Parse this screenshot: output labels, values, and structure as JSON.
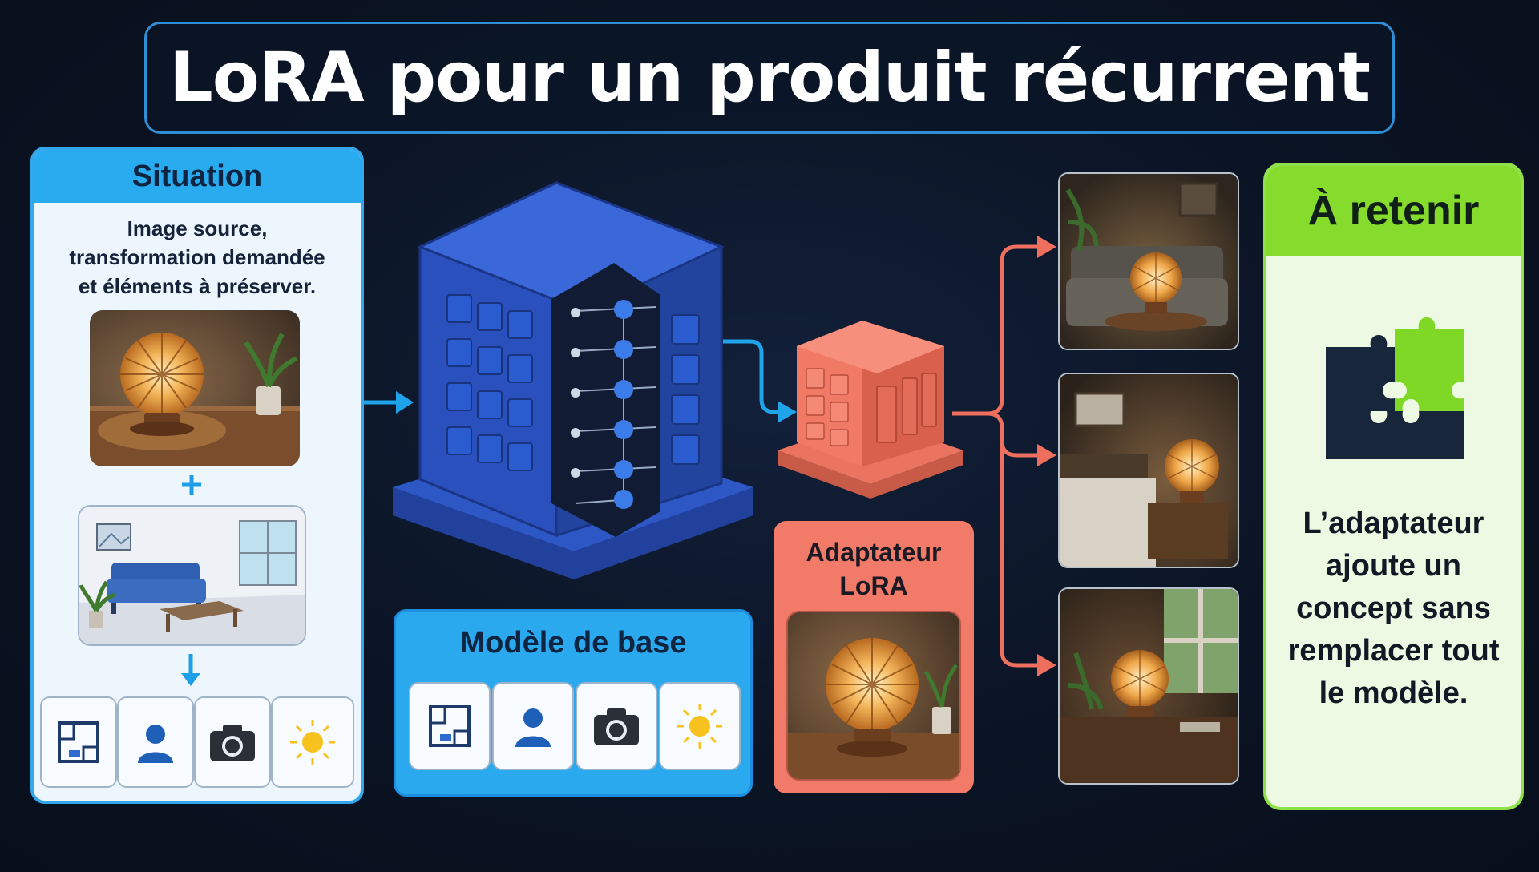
{
  "title": "LoRA pour un produit récurrent",
  "situation": {
    "heading": "Situation",
    "description_lines": [
      "Image source,",
      "transformation demandée",
      "et éléments à préserver."
    ],
    "icons": [
      "floorplan-icon",
      "person-icon",
      "camera-icon",
      "sun-icon"
    ]
  },
  "base_model": {
    "label": "Modèle de base",
    "icons": [
      "floorplan-icon",
      "person-icon",
      "camera-icon",
      "sun-icon"
    ]
  },
  "adapter": {
    "label_lines": [
      "Adaptateur",
      "LoRA"
    ]
  },
  "takeaway": {
    "heading": "À retenir",
    "body_lines": [
      "L’adaptateur",
      "ajoute un",
      "concept sans",
      "remplacer tout",
      "le modèle."
    ],
    "icon": "puzzle-icon"
  },
  "colors": {
    "background": "#0b1322",
    "title_border": "#2f8fd6",
    "situation_blue": "#29abef",
    "model_blue": "#2a55c8",
    "adapter_coral": "#f27a68",
    "takeaway_green": "#86dc2c",
    "arrow_blue": "#1fa4ec",
    "arrow_coral": "#ef6f5e"
  }
}
